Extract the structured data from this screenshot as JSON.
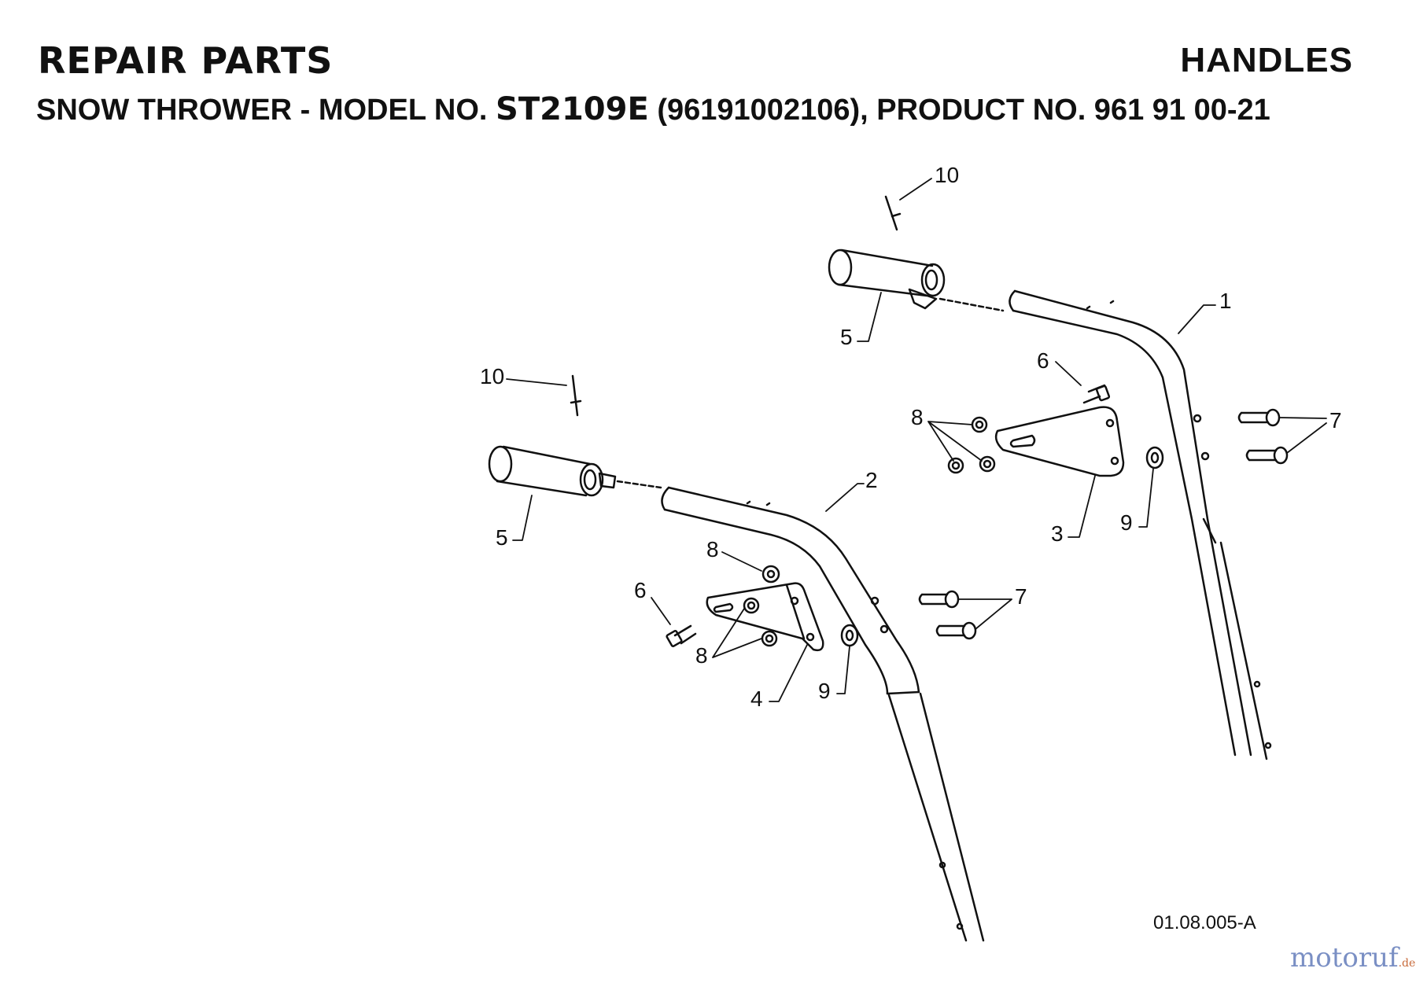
{
  "header": {
    "title": "REPAIR PARTS",
    "section": "HANDLES",
    "subtitle_prefix": "SNOW THROWER - MODEL NO. ",
    "model": "ST2109E",
    "subtitle_suffix": " (96191002106), PRODUCT NO. 961 91 00-21"
  },
  "callouts": {
    "c1": "1",
    "c2": "2",
    "c3": "3",
    "c4": "4",
    "c5a": "5",
    "c5b": "5",
    "c6a": "6",
    "c6b": "6",
    "c7a": "7",
    "c7b": "7",
    "c8a": "8",
    "c8b": "8",
    "c8c": "8",
    "c9a": "9",
    "c9b": "9",
    "c10a": "10",
    "c10b": "10"
  },
  "drawing_code": "01.08.005-A",
  "watermark": {
    "main": "motoruf",
    "suffix": ".de"
  }
}
